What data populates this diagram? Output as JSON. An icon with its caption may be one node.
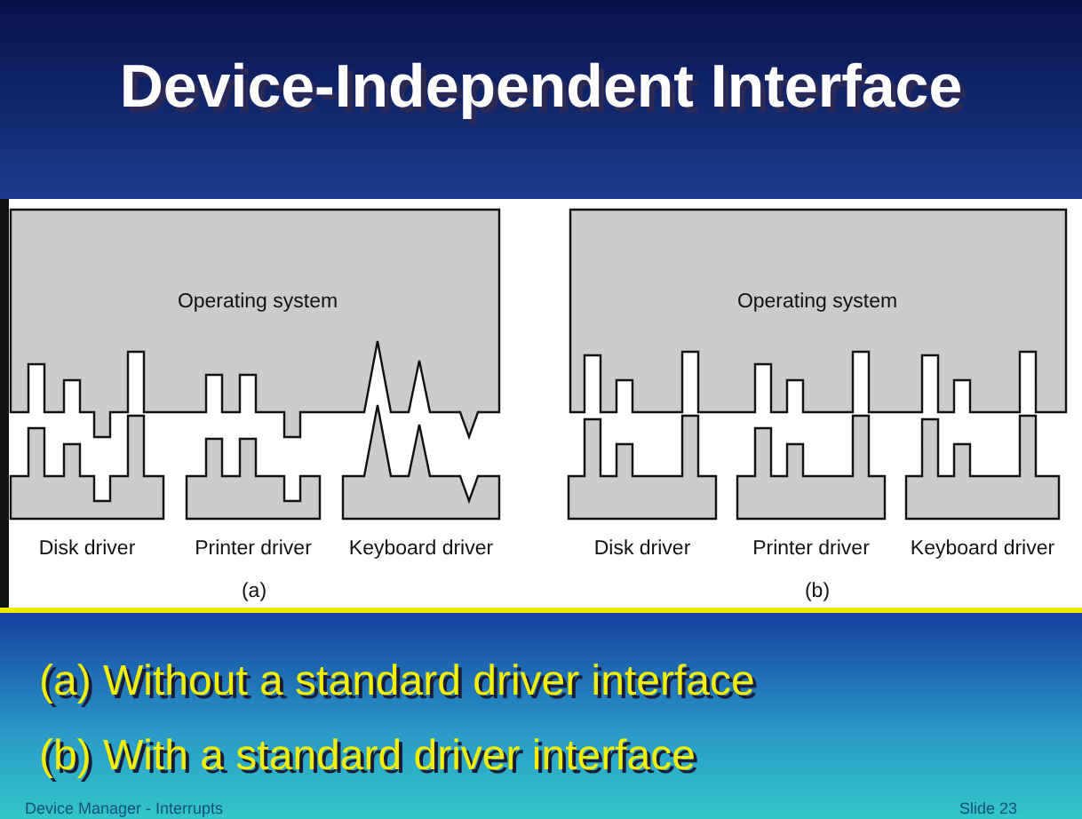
{
  "diagram": {
    "title": "Device-Independent Interface",
    "nodes": [
      {
        "text": [
          "Operating system"
        ]
      },
      {
        "text": [
          "Operating system"
        ]
      },
      {
        "text": [
          "Disk driver"
        ]
      },
      {
        "text": [
          "Printer driver"
        ]
      },
      {
        "text": [
          "Keyboard driver"
        ]
      },
      {
        "text": [
          "Disk driver"
        ]
      },
      {
        "text": [
          "Printer driver"
        ]
      },
      {
        "text": [
          "Keyboard driver"
        ]
      }
    ],
    "labels": [
      "(a)",
      "(b)",
      "(a) Without a standard driver interface",
      "(b) With a standard driver interface",
      "Device Manager - Interrupts",
      "Slide 23"
    ]
  }
}
